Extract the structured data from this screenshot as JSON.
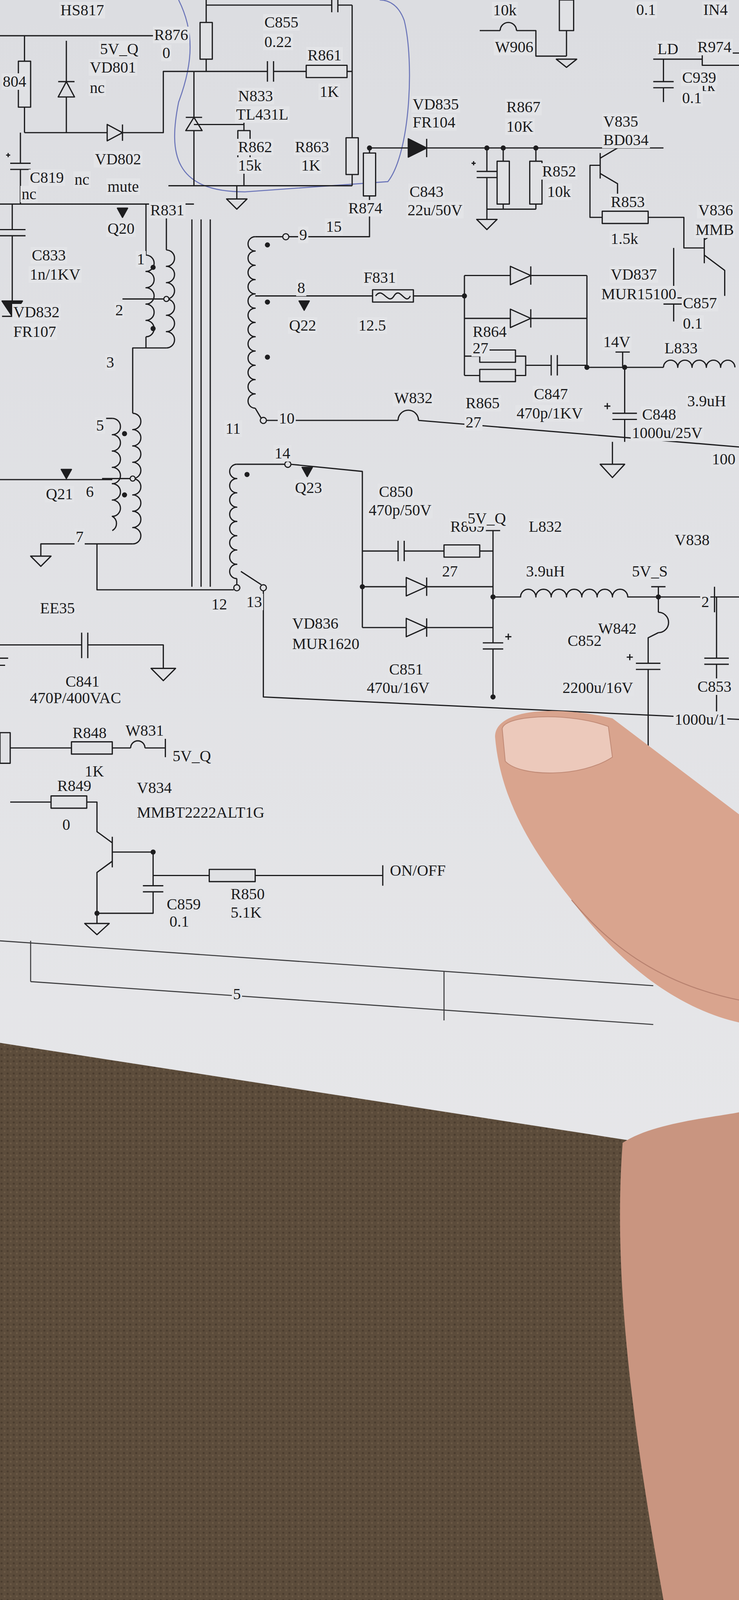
{
  "diagram": {
    "labels": [
      "HS817",
      "5V_Q",
      "R876",
      "0",
      "C855",
      "0.22",
      "R861",
      "1K",
      "VD801",
      "nc",
      "804",
      "N833",
      "TL431L",
      "VD802",
      "nc",
      "mute",
      "C819",
      "nc",
      "R862",
      "15k",
      "R863",
      "1K",
      "R831",
      "Q20",
      "C833",
      "1n/1KV",
      "VD832",
      "FR107",
      "R874",
      "15",
      "10k",
      "0.1",
      "IN4",
      "W906",
      "LD",
      "R974",
      "1k",
      "C939",
      "0.1",
      "VD835",
      "FR104",
      "R867",
      "10K",
      "V835",
      "BD034",
      "C843",
      "22u/50V",
      "R852",
      "10k",
      "R853",
      "1.5k",
      "V836",
      "MMB",
      "VD837",
      "MUR15100",
      "8",
      "F831",
      "Q22",
      "12.5",
      "R864",
      "27",
      "C857",
      "0.1",
      "14V",
      "L833",
      "3.9uH",
      "R865",
      "27",
      "C847",
      "470p/1KV",
      "W832",
      "C848",
      "1000u/25V",
      "100",
      "9",
      "10",
      "11",
      "1",
      "2",
      "3",
      "5",
      "6",
      "7",
      "Q21",
      "14",
      "Q23",
      "13",
      "12",
      "C850",
      "470p/50V",
      "R869",
      "27",
      "5V_Q",
      "L832",
      "3.9uH",
      "V838",
      "5V_S",
      "2",
      "W842",
      "VD836",
      "MUR1620",
      "C851",
      "470u/16V",
      "C852",
      "2200u/16V",
      "C853",
      "1000u/1",
      "EE35",
      "C841",
      "470P/400VAC",
      "R848",
      "1K",
      "W831",
      "5V_Q",
      "R849",
      "0",
      "V834",
      "MMBT2222ALT1G",
      "C859",
      "0.1",
      "R850",
      "5.1K",
      "ON/OFF",
      "5"
    ]
  }
}
